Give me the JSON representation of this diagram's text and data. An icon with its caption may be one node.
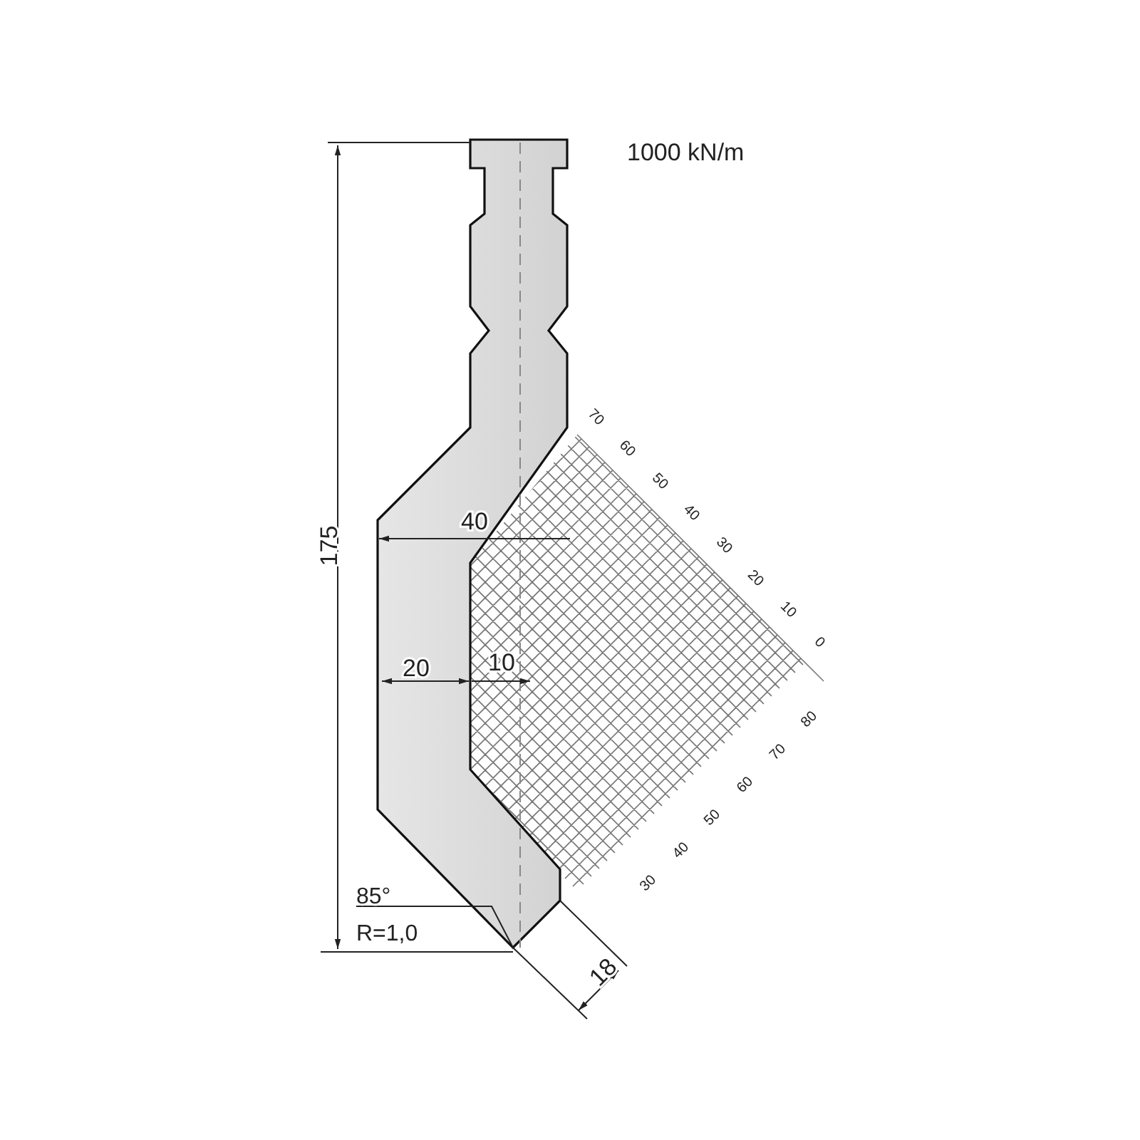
{
  "diagram": {
    "labels": [
      "1000 kN/m",
      "175",
      "70",
      "60",
      "50",
      "40",
      "30",
      "20",
      "10",
      "0",
      "40",
      "20",
      "10",
      "80",
      "70",
      "60",
      "50",
      "40",
      "30",
      "85°",
      "R=1,0",
      "18"
    ]
  }
}
